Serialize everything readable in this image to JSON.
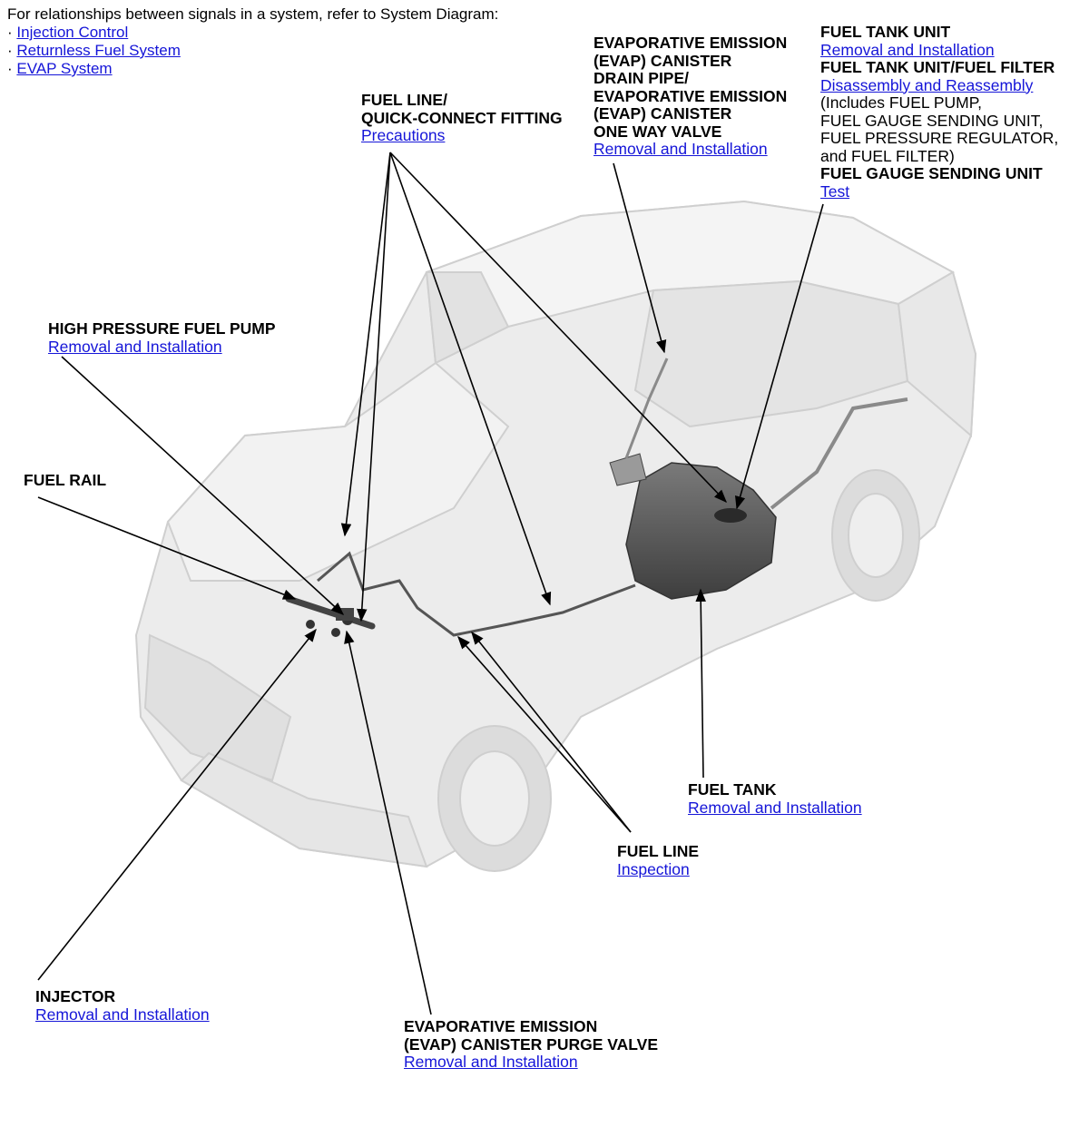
{
  "intro": {
    "text": "For relationships between signals in a system, refer to System Diagram:",
    "bullet": "·",
    "links": [
      "Injection Control",
      "Returnless Fuel System",
      "EVAP System"
    ]
  },
  "callouts": {
    "fuel_line_qc": {
      "title1": "FUEL LINE/",
      "title2": "QUICK-CONNECT FITTING",
      "link": "Precautions"
    },
    "evap_drain": {
      "title1": "EVAPORATIVE EMISSION",
      "title2": "(EVAP) CANISTER",
      "title3": "DRAIN PIPE/",
      "title4": "EVAPORATIVE EMISSION",
      "title5": "(EVAP) CANISTER",
      "title6": "ONE WAY VALVE",
      "link": "Removal and Installation"
    },
    "fuel_tank_unit": {
      "title1": "FUEL TANK UNIT",
      "link1": "Removal and Installation",
      "title2": "FUEL TANK UNIT/FUEL FILTER",
      "link2": "Disassembly and Reassembly",
      "note1": "(Includes FUEL PUMP,",
      "note2": "FUEL GAUGE SENDING UNIT,",
      "note3": "FUEL PRESSURE REGULATOR,",
      "note4": "and FUEL FILTER)",
      "title3": "FUEL GAUGE SENDING UNIT",
      "link3": "Test"
    },
    "hp_fuel_pump": {
      "title": "HIGH PRESSURE FUEL PUMP",
      "link": "Removal and Installation"
    },
    "fuel_rail": {
      "title": "FUEL RAIL"
    },
    "fuel_tank": {
      "title": "FUEL TANK",
      "link": "Removal and Installation"
    },
    "fuel_line": {
      "title": "FUEL LINE",
      "link": "Inspection"
    },
    "injector": {
      "title": "INJECTOR",
      "link": "Removal and Installation"
    },
    "purge_valve": {
      "title1": "EVAPORATIVE EMISSION",
      "title2": "(EVAP) CANISTER PURGE VALVE",
      "link": "Removal and Installation"
    }
  },
  "colors": {
    "link": "#1515d8",
    "car_body": "#ececec",
    "tank": "#5a5a5a",
    "leader": "#000000"
  }
}
